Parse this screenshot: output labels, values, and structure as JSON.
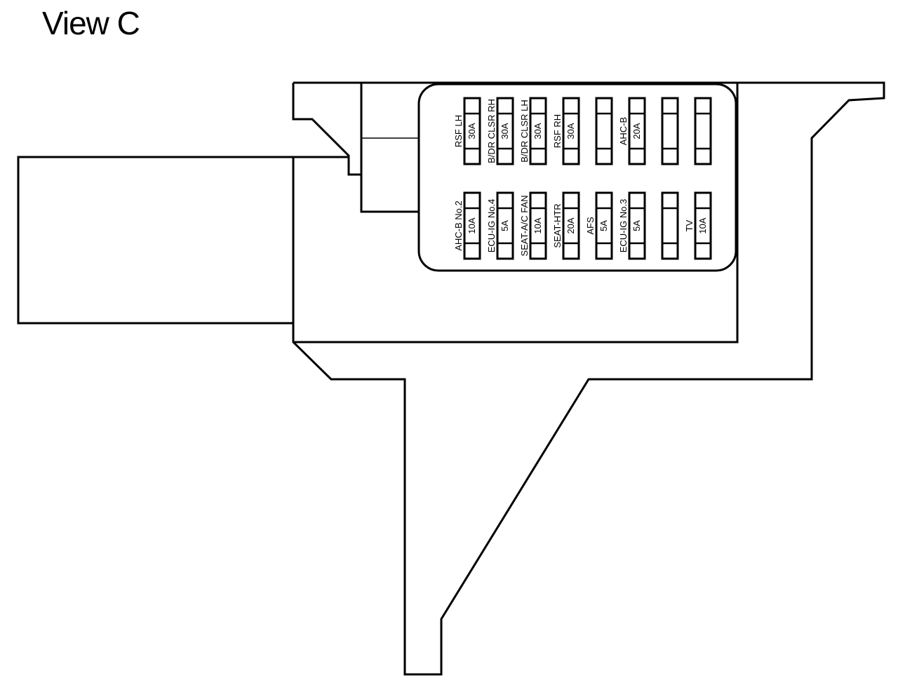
{
  "title": "View C",
  "fuses": {
    "top": [
      {
        "label": "RSF LH",
        "amp": "30A"
      },
      {
        "label": "B/DR CLSR RH",
        "amp": "30A"
      },
      {
        "label": "B/DR CLSR LH",
        "amp": "30A"
      },
      {
        "label": "RSF RH",
        "amp": "30A"
      },
      {
        "label": "",
        "amp": ""
      },
      {
        "label": "AHC-B",
        "amp": "20A"
      },
      {
        "label": "",
        "amp": ""
      },
      {
        "label": "",
        "amp": ""
      }
    ],
    "bottom": [
      {
        "label": "AHC-B No.2",
        "amp": "10A"
      },
      {
        "label": "ECU-IG No.4",
        "amp": "5A"
      },
      {
        "label": "SEAT-A/C FAN",
        "amp": "10A"
      },
      {
        "label": "SEAT-HTR",
        "amp": "20A"
      },
      {
        "label": "AFS",
        "amp": "5A"
      },
      {
        "label": "ECU-IG No.3",
        "amp": "5A"
      },
      {
        "label": "",
        "amp": ""
      },
      {
        "label": "TV",
        "amp": "10A"
      }
    ]
  }
}
